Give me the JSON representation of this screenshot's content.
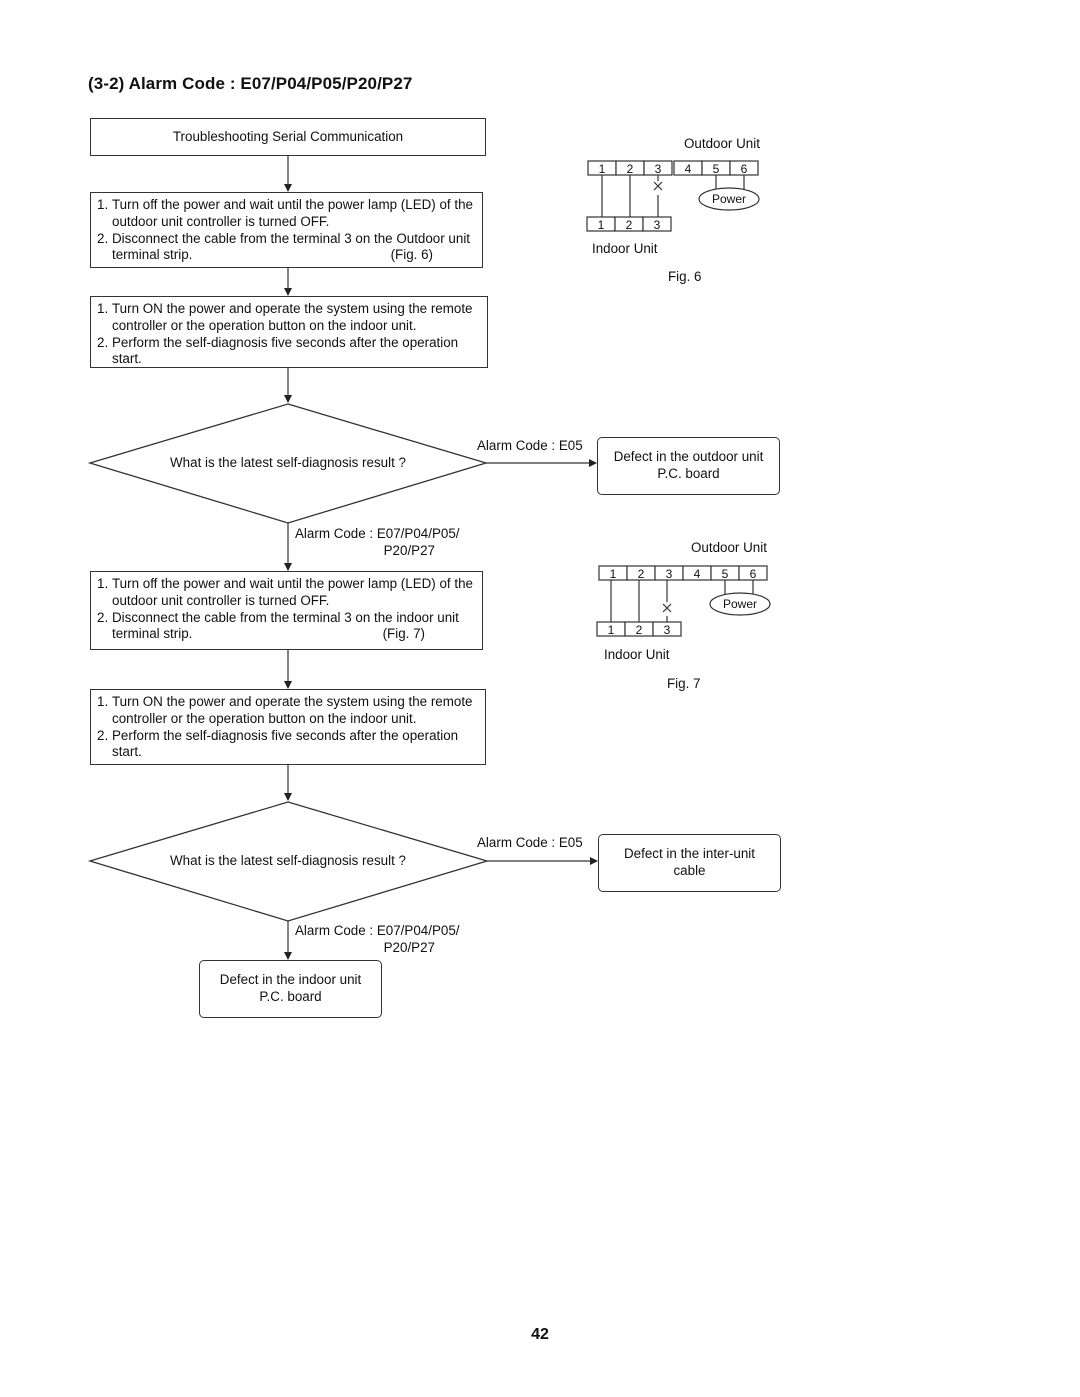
{
  "title": "(3-2) Alarm Code : E07/P04/P05/P20/P27",
  "flow": {
    "start": "Troubleshooting Serial Communication",
    "block1": {
      "s1n": "1.",
      "s1": "Turn off the power and wait until the power lamp (LED) of the outdoor unit controller is turned OFF.",
      "s2n": "2.",
      "s2a": "Disconnect the cable from the terminal 3 on the Outdoor unit terminal strip.",
      "fig": "(Fig. 6)"
    },
    "block2": {
      "s1n": "1.",
      "s1": "Turn ON the power and operate the system using the remote controller or the operation button on the indoor unit.",
      "s2n": "2.",
      "s2": "Perform the self-diagnosis five seconds after the operation start."
    },
    "decision1": "What is the latest self-diagnosis result ?",
    "d1_right_label": "Alarm Code : E05",
    "d1_right_result": [
      "Defect in the outdoor unit",
      "P.C. board"
    ],
    "d1_down_label": [
      "Alarm Code : E07/P04/P05/",
      "P20/P27"
    ],
    "block3": {
      "s1n": "1.",
      "s1": "Turn off the power and wait until the power lamp (LED) of the outdoor unit controller is turned OFF.",
      "s2n": "2.",
      "s2a": "Disconnect the cable from the terminal 3 on the indoor unit terminal strip.",
      "fig": "(Fig. 7)"
    },
    "block4": {
      "s1n": "1.",
      "s1": "Turn ON the power and operate the system using the remote controller or the operation button on the indoor unit.",
      "s2n": "2.",
      "s2": "Perform the self-diagnosis five seconds after the operation start."
    },
    "decision2": "What is the latest self-diagnosis result ?",
    "d2_right_label": "Alarm Code : E05",
    "d2_right_result": [
      "Defect in the inter-unit",
      "cable"
    ],
    "d2_down_label": [
      "Alarm Code : E07/P04/P05/",
      "P20/P27"
    ],
    "final": [
      "Defect in the indoor unit",
      "P.C. board"
    ]
  },
  "fig6": {
    "outdoor_label": "Outdoor Unit",
    "outdoor_terminals": [
      "1",
      "2",
      "3",
      "4",
      "5",
      "6"
    ],
    "indoor_terminals": [
      "1",
      "2",
      "3"
    ],
    "power": "Power",
    "indoor_label": "Indoor Unit",
    "caption": "Fig. 6"
  },
  "fig7": {
    "outdoor_label": "Outdoor Unit",
    "outdoor_terminals": [
      "1",
      "2",
      "3",
      "4",
      "5",
      "6"
    ],
    "indoor_terminals": [
      "1",
      "2",
      "3"
    ],
    "power": "Power",
    "indoor_label": "Indoor Unit",
    "caption": "Fig. 7"
  },
  "page_number": "42"
}
